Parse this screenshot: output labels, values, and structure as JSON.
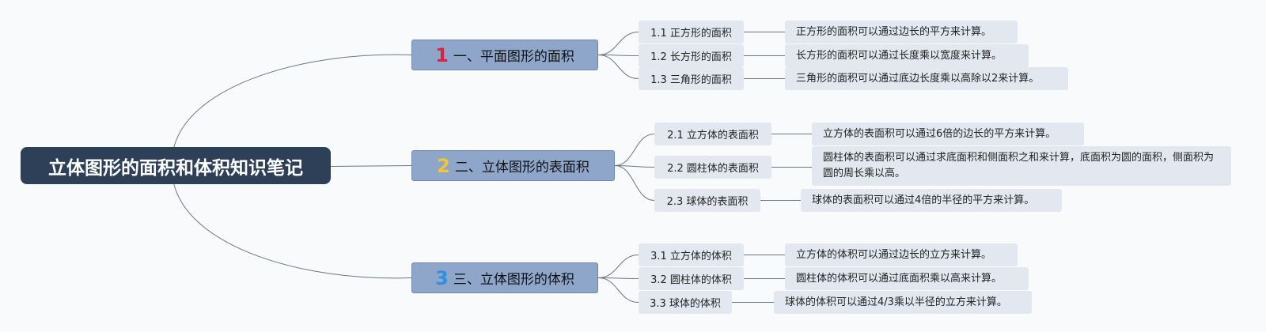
{
  "title": "立体图形的面积和体积知识笔记",
  "colors": {
    "background": "#f9fafc",
    "root_fill": "#2e3f58",
    "topic_fill": "#8ea6c9",
    "sub_fill": "#e3e8f0",
    "line": "#6f7680",
    "num_1": "#d9233d",
    "num_2": "#f2c63a",
    "num_3": "#2f8fe0"
  },
  "branches": [
    {
      "number": "1",
      "label": "一、平面图形的面积",
      "items": [
        {
          "label": "1.1 正方形的面积",
          "note": "正方形的面积可以通过边长的平方来计算。"
        },
        {
          "label": "1.2 长方形的面积",
          "note": "长方形的面积可以通过长度乘以宽度来计算。"
        },
        {
          "label": "1.3 三角形的面积",
          "note": "三角形的面积可以通过底边长度乘以高除以2来计算。"
        }
      ]
    },
    {
      "number": "2",
      "label": "二、立体图形的表面积",
      "items": [
        {
          "label": "2.1 立方体的表面积",
          "note": "立方体的表面积可以通过6倍的边长的平方来计算。"
        },
        {
          "label": "2.2 圆柱体的表面积",
          "note": "圆柱体的表面积可以通过求底面积和侧面积之和来计算，底面积为圆的面积，侧面积为圆的周长乘以高。"
        },
        {
          "label": "2.3 球体的表面积",
          "note": "球体的表面积可以通过4倍的半径的平方来计算。"
        }
      ]
    },
    {
      "number": "3",
      "label": "三、立体图形的体积",
      "items": [
        {
          "label": "3.1 立方体的体积",
          "note": "立方体的体积可以通过边长的立方来计算。"
        },
        {
          "label": "3.2 圆柱体的体积",
          "note": "圆柱体的体积可以通过底面积乘以高来计算。"
        },
        {
          "label": "3.3 球体的体积",
          "note": "球体的体积可以通过4/3乘以半径的立方来计算。"
        }
      ]
    }
  ]
}
